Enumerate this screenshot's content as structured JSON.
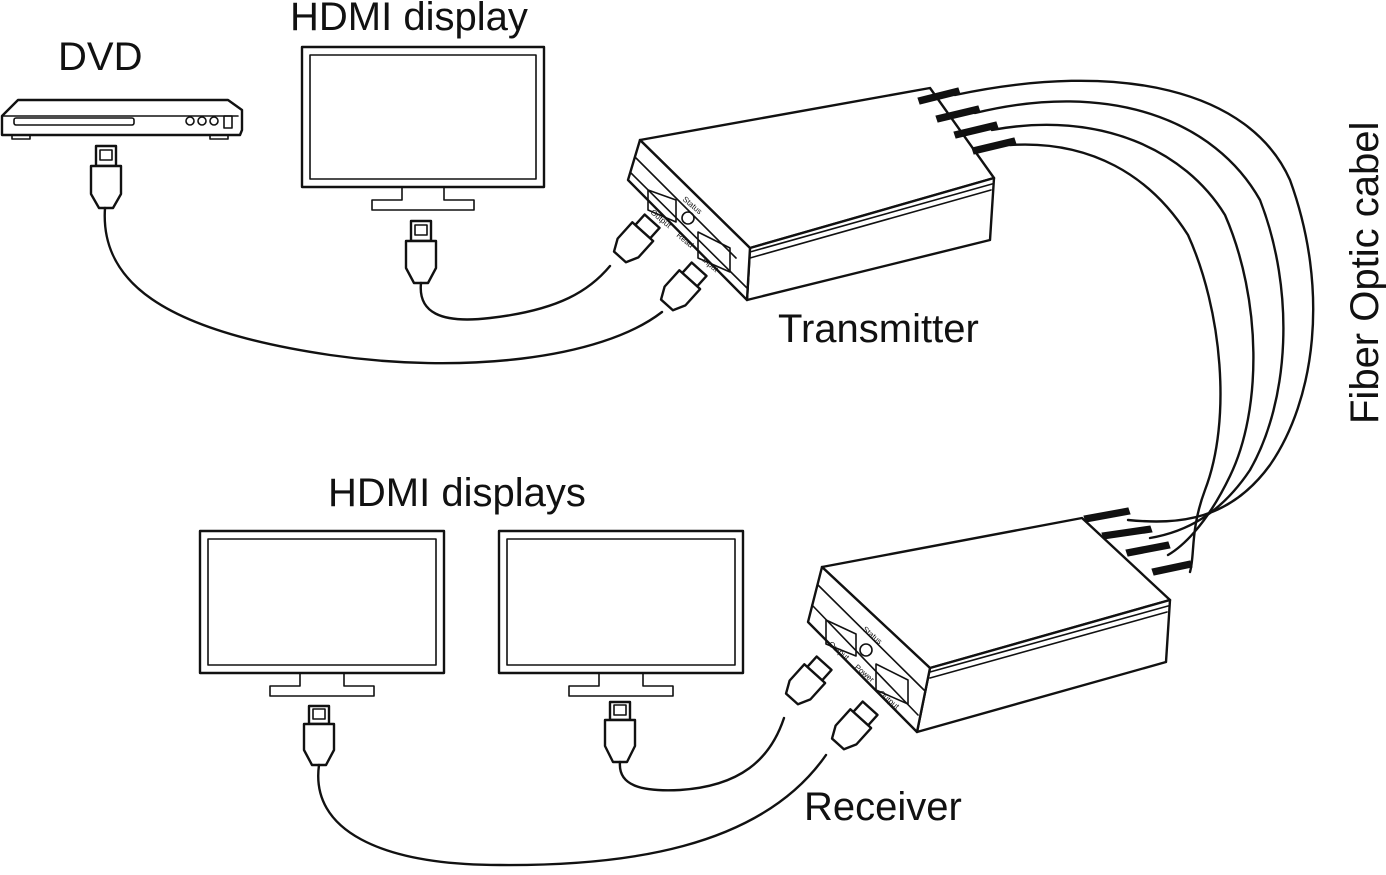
{
  "labels": {
    "dvd": "DVD",
    "hdmi_display": "HDMI display",
    "hdmi_displays": "HDMI displays",
    "transmitter": "Transmitter",
    "receiver": "Receiver",
    "fiber_cable": "Fiber Optic cabel"
  },
  "transmitter_panel": {
    "status": "Status",
    "output": "Output",
    "read": "Read",
    "input": "Input"
  },
  "receiver_panel": {
    "status": "Status",
    "output_left": "Output",
    "power": "Power",
    "output_right": "Output"
  }
}
